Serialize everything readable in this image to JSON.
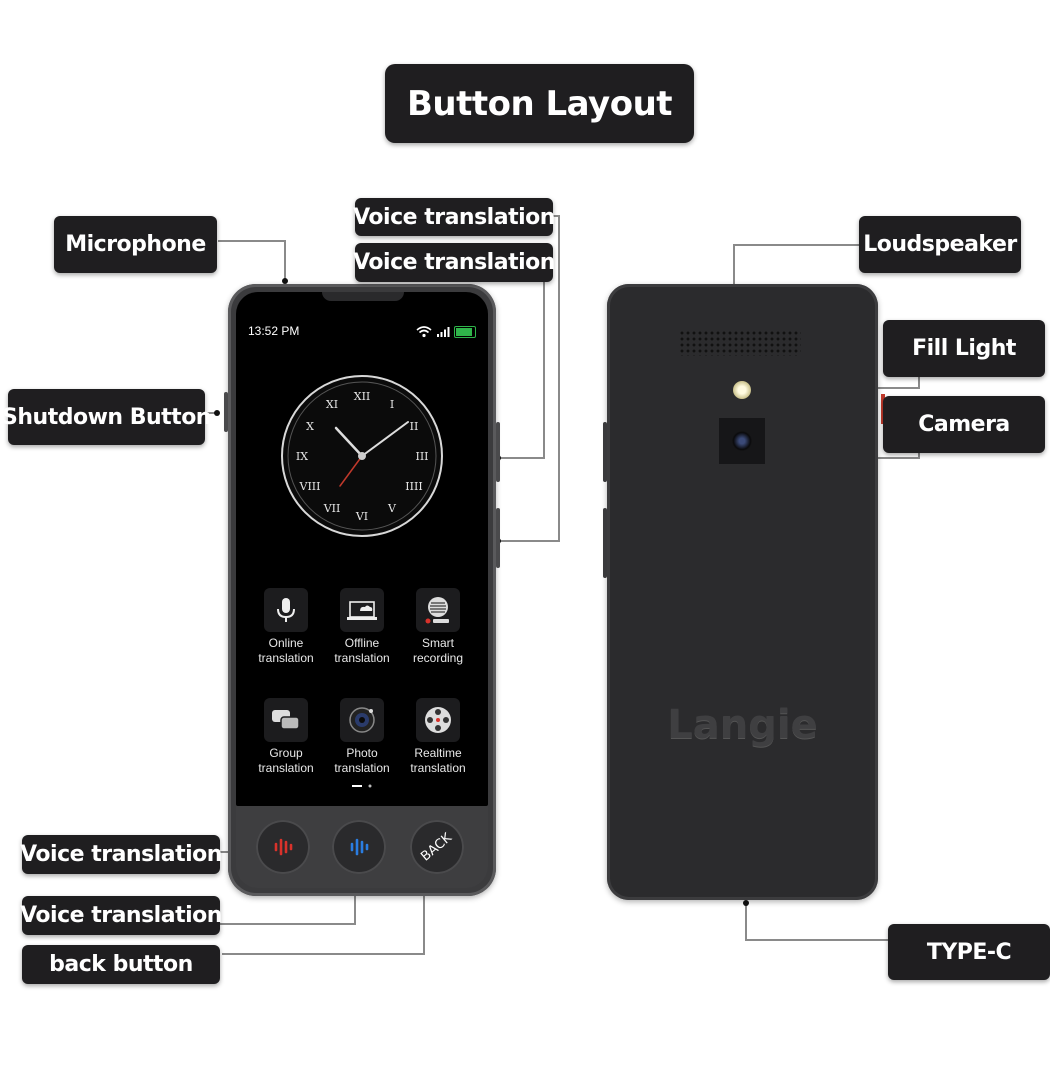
{
  "title": "Button Layout",
  "callouts": {
    "microphone": "Microphone",
    "voice_translation_top_1": "Voice translation",
    "voice_translation_top_2": "Voice translation",
    "shutdown_button": "Shutdown Button",
    "voice_translation_bottom_1": "Voice translation",
    "voice_translation_bottom_2": "Voice translation",
    "back_button": "back button",
    "loudspeaker": "Loudspeaker",
    "fill_light": "Fill Light",
    "camera": "Camera",
    "type_c": "TYPE-C"
  },
  "front_screen": {
    "status_time": "13:52 PM",
    "battery": "96",
    "apps": [
      {
        "line1": "Online",
        "line2": "translation",
        "icon": "microphone-icon"
      },
      {
        "line1": "Offline",
        "line2": "translation",
        "icon": "cloud-laptop-icon"
      },
      {
        "line1": "Smart",
        "line2": "recording",
        "icon": "recorder-icon"
      },
      {
        "line1": "Group",
        "line2": "translation",
        "icon": "chat-bubbles-icon"
      },
      {
        "line1": "Photo",
        "line2": "translation",
        "icon": "camera-icon"
      },
      {
        "line1": "Realtime",
        "line2": "translation",
        "icon": "film-reel-icon"
      }
    ],
    "clock_numerals": [
      "XII",
      "I",
      "II",
      "III",
      "IIII",
      "V",
      "VI",
      "VII",
      "VIII",
      "IX",
      "X",
      "XI"
    ],
    "back_key": "BACK"
  },
  "back_panel": {
    "brand": "Langie"
  },
  "colors": {
    "label_bg": "#1f1e20",
    "leader_line": "#8a8a8a",
    "red_key": "#d9322b",
    "blue_key": "#2a7de1"
  }
}
